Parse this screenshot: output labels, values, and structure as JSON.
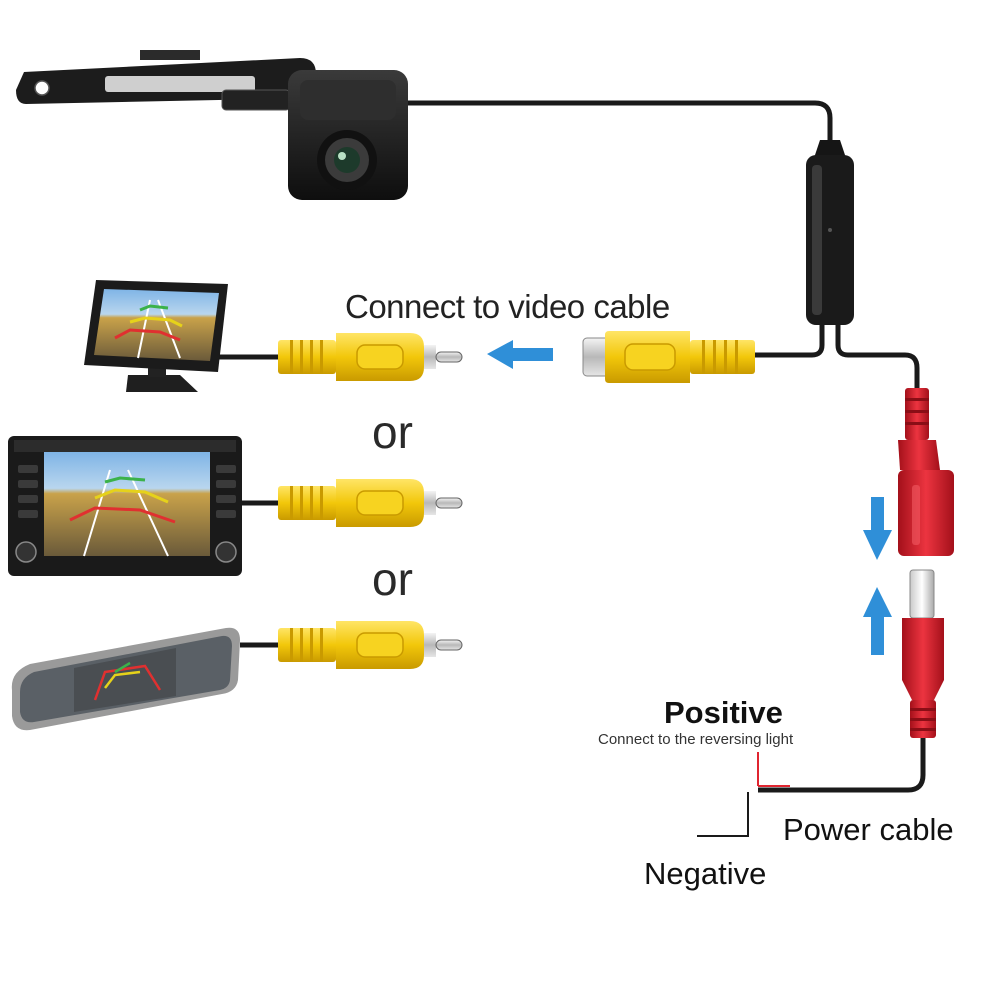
{
  "labels": {
    "video_cable": "Connect  to video cable",
    "or_1": "or",
    "or_2": "or",
    "positive": "Positive",
    "positive_note": "Connect to the reversing light",
    "power_cable": "Power cable",
    "negative": "Negative"
  },
  "colors": {
    "rca_plug": "#f2c70a",
    "dc_connector": "#e02530",
    "arrow": "#2f8fd8",
    "cable": "#1a1a1a",
    "positive_wire": "#e02530"
  },
  "icons": {
    "camera": "rear-view-camera-icon",
    "monitor": "dashboard-monitor-icon",
    "head_unit": "dvd-head-unit-icon",
    "mirror": "rearview-mirror-monitor-icon"
  }
}
